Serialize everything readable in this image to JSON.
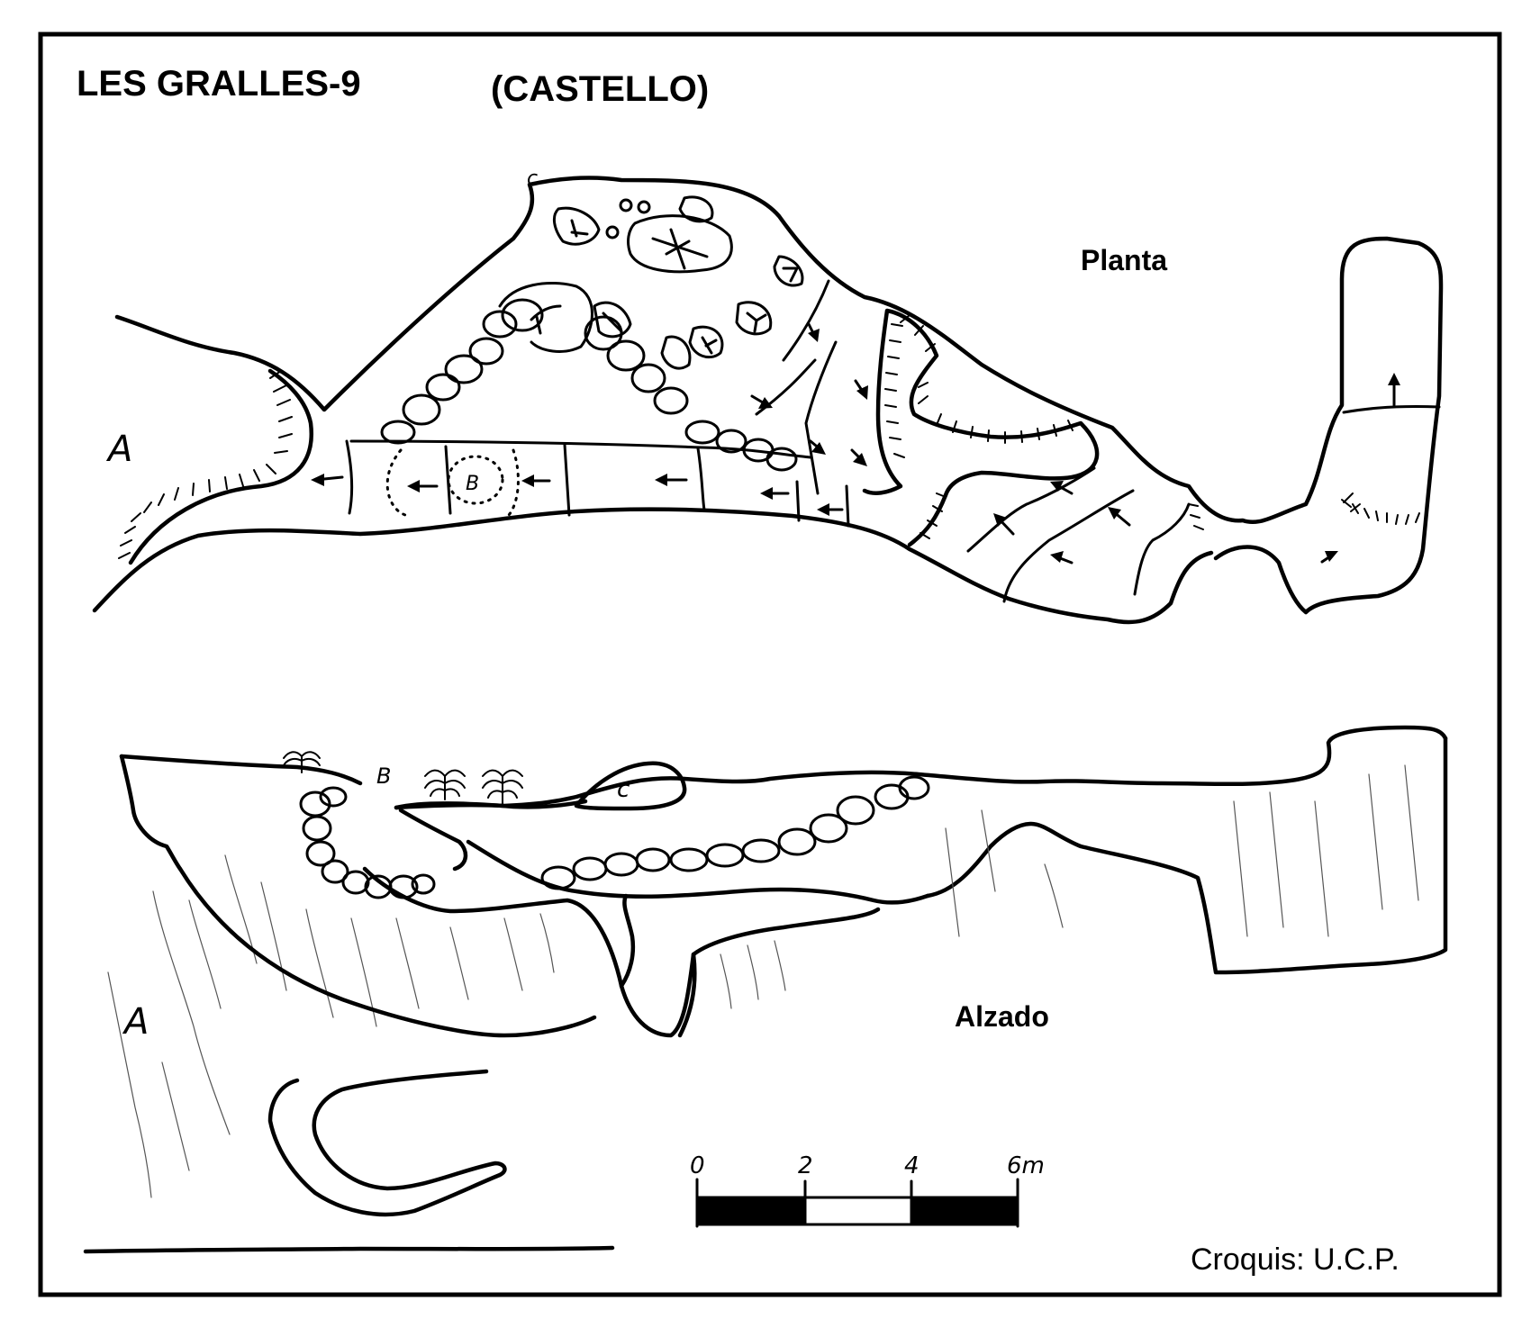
{
  "title": {
    "name": "LES GRALLES-9",
    "region": "(CASTELLO)"
  },
  "views": {
    "plan_label": "Planta",
    "elevation_label": "Alzado"
  },
  "markers": {
    "plan_a": "A",
    "plan_b": "B",
    "plan_c": "c",
    "elev_a": "A",
    "elev_b": "B",
    "elev_c": "c"
  },
  "scale_bar": {
    "ticks": [
      "0",
      "2",
      "4",
      "6m"
    ],
    "segments": [
      "black",
      "white",
      "black"
    ]
  },
  "credit": "Croquis:  U.C.P."
}
